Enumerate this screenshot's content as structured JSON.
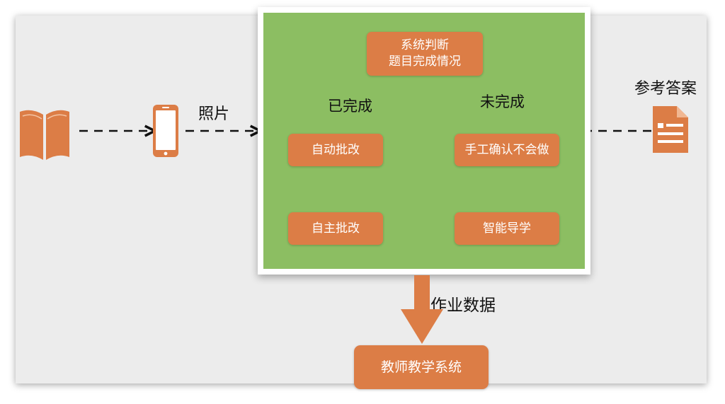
{
  "diagram": {
    "nodes": {
      "judge": "系统判断\n题目完成情况",
      "auto": "自动批改",
      "manual": "手工确认不会做",
      "self": "自主批改",
      "smart": "智能导学",
      "teacher": "教师教学系统"
    },
    "labels": {
      "photo": "照片",
      "reference": "参考答案",
      "done": "已完成",
      "not_done": "未完成",
      "data": "作业数据"
    },
    "icons": {
      "book": "book-icon",
      "phone": "phone-icon",
      "document": "document-icon"
    },
    "colors": {
      "background": "#ececec",
      "panel": "#8cbe62",
      "node": "#dc7d46",
      "arrow": "#111111"
    }
  }
}
